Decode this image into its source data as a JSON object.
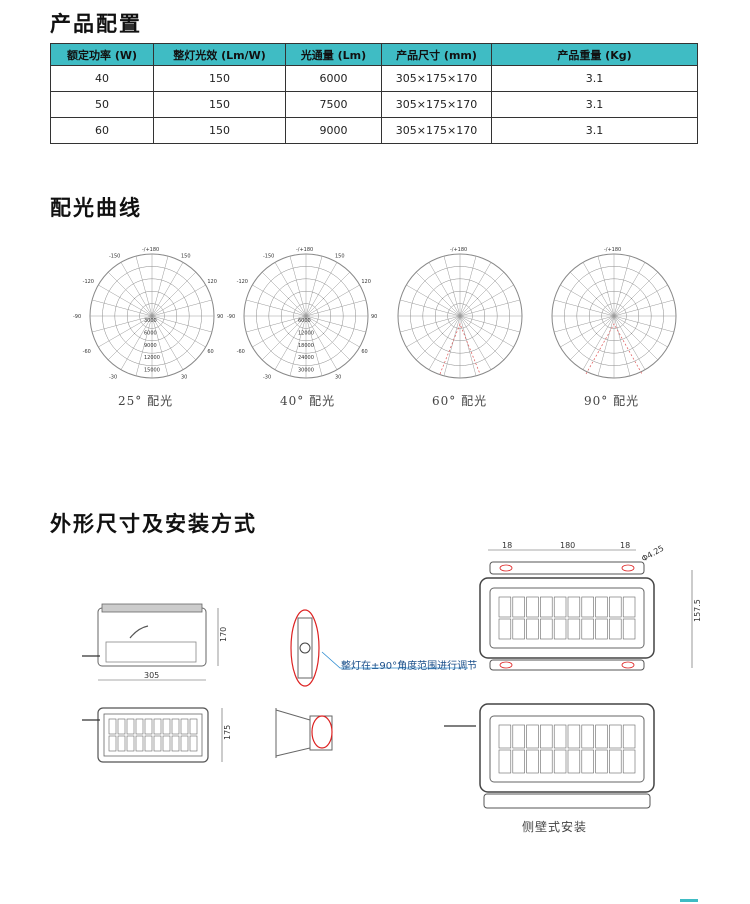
{
  "sections": {
    "config_title": "产品配置",
    "curve_title": "配光曲线",
    "dimension_title": "外形尺寸及安装方式"
  },
  "table": {
    "headers": [
      "额定功率 (W)",
      "整灯光效 (Lm/W)",
      "光通量 (Lm)",
      "产品尺寸 (mm)",
      "产品重量 (Kg)"
    ],
    "rows": [
      [
        "40",
        "150",
        "6000",
        "305×175×170",
        "3.1"
      ],
      [
        "50",
        "150",
        "7500",
        "305×175×170",
        "3.1"
      ],
      [
        "60",
        "150",
        "9000",
        "305×175×170",
        "3.1"
      ]
    ],
    "header_color": "#3fbcc4"
  },
  "polar_charts": [
    {
      "caption": "25° 配光",
      "top_label": "-/+180",
      "angle_labels": [
        "-150",
        "150",
        "-120",
        "120",
        "-90",
        "90",
        "-60",
        "60",
        "-30",
        "30"
      ],
      "radial_labels": [
        "3000",
        "6000",
        "9000",
        "12000",
        "15000"
      ]
    },
    {
      "caption": "40° 配光",
      "top_label": "-/+180",
      "angle_labels": [
        "-150",
        "150",
        "-120",
        "120",
        "-90",
        "90",
        "-60",
        "60",
        "-30",
        "30"
      ],
      "radial_labels": [
        "6000",
        "12000",
        "18000",
        "24000",
        "30000"
      ]
    },
    {
      "caption": "60° 配光",
      "top_label": "-/+180",
      "angle_labels": [],
      "radial_labels": []
    },
    {
      "caption": "90° 配光",
      "top_label": "-/+180",
      "angle_labels": [],
      "radial_labels": []
    }
  ],
  "dimensions": {
    "front_width": "305",
    "front_height": "170",
    "side_height": "175",
    "top_18_left": "18",
    "top_180": "180",
    "top_18_right": "18",
    "hole": "Φ4.25",
    "right_height": "157.5",
    "annotation": "整灯在±90°角度范围进行调节",
    "mount_caption": "侧壁式安装"
  }
}
